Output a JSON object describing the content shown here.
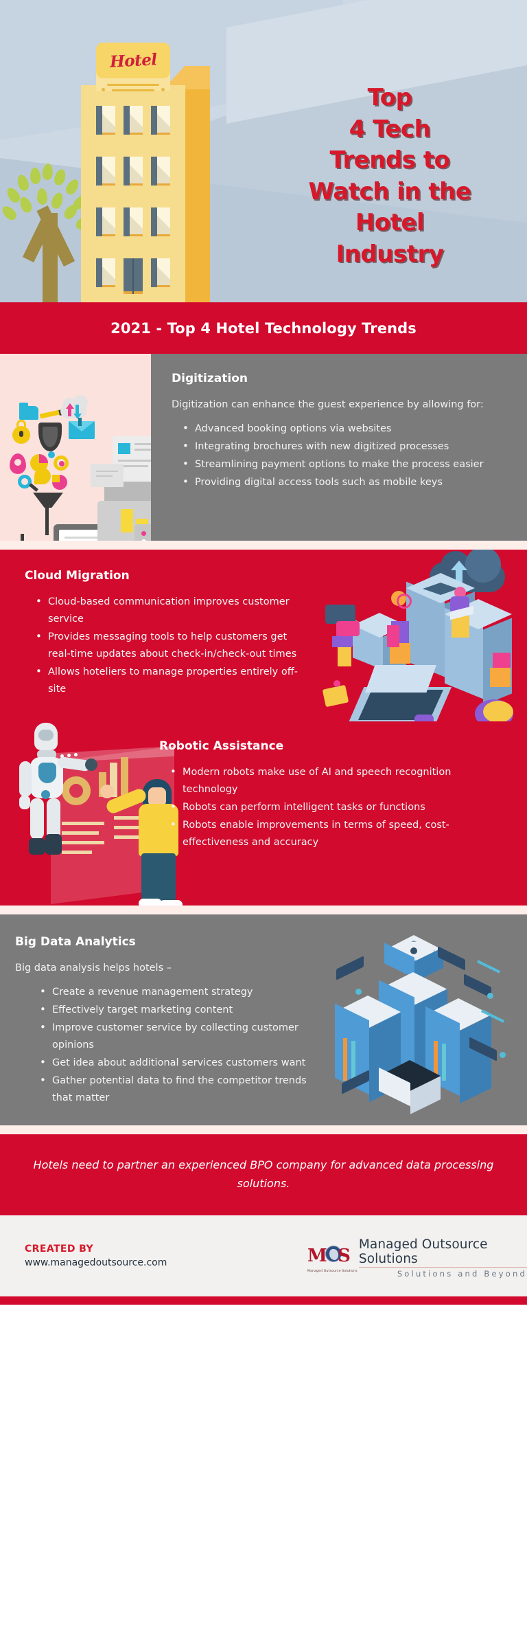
{
  "hero": {
    "sign_label": "Hotel",
    "title": "Top\n4 Tech\nTrends to\nWatch in the\nHotel\nIndustry"
  },
  "banner": {
    "text": "2021 - Top 4 Hotel Technology Trends"
  },
  "sections": [
    {
      "id": "digitization",
      "title": "Digitization",
      "lede": "Digitization can enhance the guest experience by allowing for:",
      "bullets": [
        "Advanced booking options via websites",
        "Integrating brochures with new digitized processes",
        "Streamlining payment options to make the process easier",
        "Providing digital access tools such as mobile keys"
      ]
    },
    {
      "id": "cloud-migration",
      "title": "Cloud Migration",
      "lede": "",
      "bullets": [
        "Cloud-based communication improves customer service",
        "Provides messaging tools to help customers get real-time updates about check-in/check-out times",
        "Allows hoteliers to manage properties entirely off-site"
      ]
    },
    {
      "id": "robotic-assistance",
      "title": "Robotic Assistance",
      "lede": "",
      "bullets": [
        "Modern robots make use of AI and speech recognition technology",
        "Robots can perform intelligent tasks or functions",
        "Robots enable improvements in terms of speed, cost-effectiveness and accuracy"
      ]
    },
    {
      "id": "big-data-analytics",
      "title": "Big Data Analytics",
      "lede": "Big data analysis helps hotels –",
      "bullets": [
        "Create a revenue management strategy",
        "Effectively target marketing content",
        "Improve customer service by collecting customer opinions",
        "Get idea about additional services customers want",
        "Gather potential data to find the competitor trends that matter"
      ]
    }
  ],
  "quote": {
    "text": "Hotels need to partner an experienced BPO company for advanced data processing solutions."
  },
  "footer": {
    "created_by_label": "CREATED BY",
    "url": "www.managedoutsource.com",
    "logo_mark_left": "M",
    "logo_mark_right": "S",
    "logo_mark_caption": "Managed Outsource Solutions",
    "logo_name": "Managed Outsource Solutions",
    "logo_tagline": "Solutions and Beyond"
  },
  "colors": {
    "brand_red": "#d20a2e",
    "title_red": "#d7182a",
    "gray_panel": "#7b7b7b",
    "sky": "#c3d0dc",
    "hotel_yellow": "#f6dd8d",
    "gap_pink": "#fdeeea"
  }
}
